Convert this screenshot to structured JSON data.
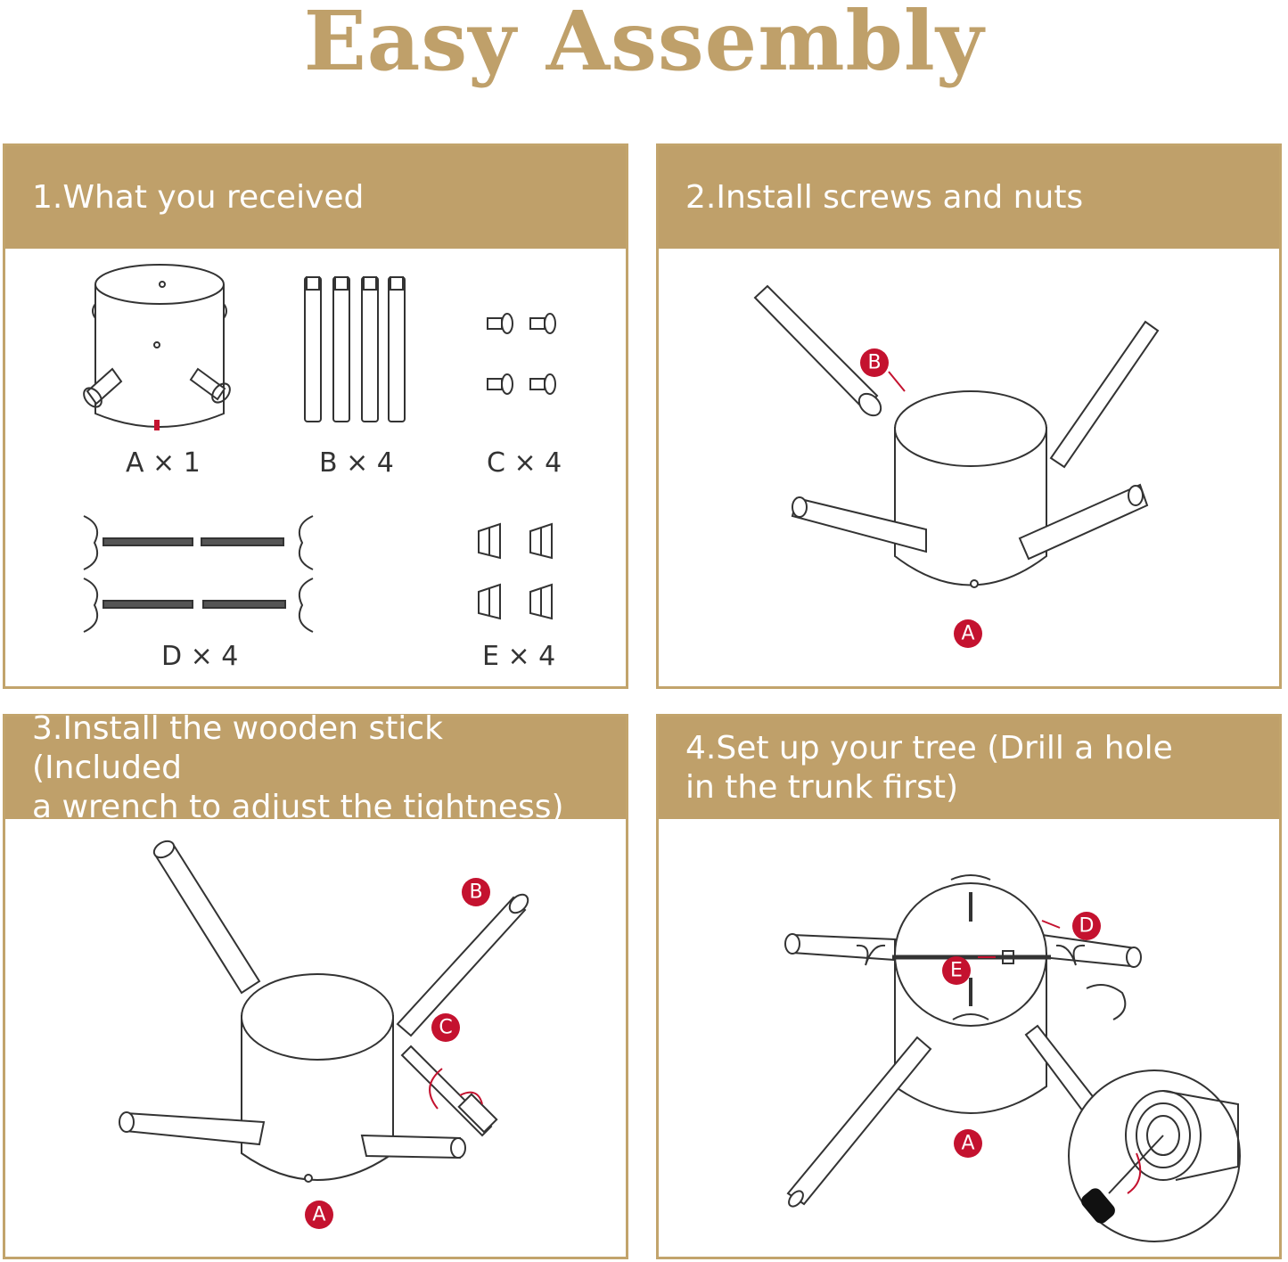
{
  "title": "Easy Assembly",
  "steps": [
    {
      "heading": "1.What you received"
    },
    {
      "heading": "2.Install screws and nuts"
    },
    {
      "heading_line1": "3.Install the wooden stick (Included",
      "heading_line2": "a wrench to adjust the tightness)"
    },
    {
      "heading_line1": "4.Set up your tree (Drill a hole",
      "heading_line2": "in the trunk first)"
    }
  ],
  "parts": {
    "a": "A × 1",
    "b": "B × 4",
    "c": "C × 4",
    "d": "D × 4",
    "e": "E × 4"
  },
  "badges": {
    "a": "A",
    "b": "B",
    "c": "C",
    "d": "D",
    "e": "E"
  },
  "colors": {
    "gold": "#bfa06a",
    "badge_red": "#c4122f",
    "line": "#333333"
  }
}
